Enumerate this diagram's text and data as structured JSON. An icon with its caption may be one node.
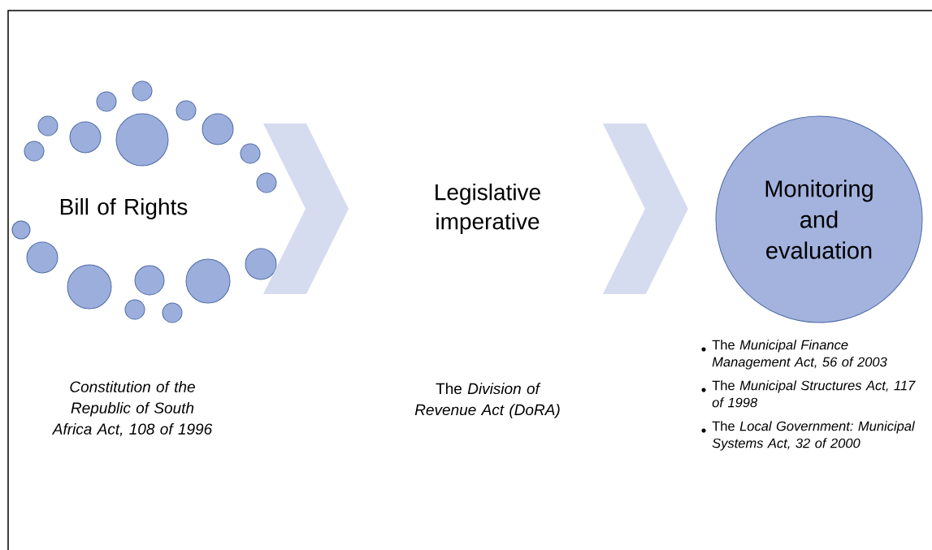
{
  "diagram": {
    "nodes": [
      {
        "text": [
          "Bill of Rights"
        ],
        "beside": [
          "Constitution of the Republic of South Africa Act, 108 of 1996"
        ]
      },
      {
        "text": [
          "Legislative imperative"
        ],
        "beside": [
          "The *Division of Revenue Act (DoRA)*"
        ]
      },
      {
        "text": [
          "Monitoring and evaluation"
        ],
        "beside": [
          "The *Municipal Finance Management Act, 56 of 2003*",
          "The *Municipal Structures Act, 117 of 1998*",
          "The *Local Government: Municipal Systems Act, 32 of 2000*"
        ]
      }
    ],
    "edges": [
      {
        "from": 0,
        "to": 1,
        "arrow": "to"
      },
      {
        "from": 1,
        "to": 2,
        "arrow": "to"
      }
    ]
  }
}
